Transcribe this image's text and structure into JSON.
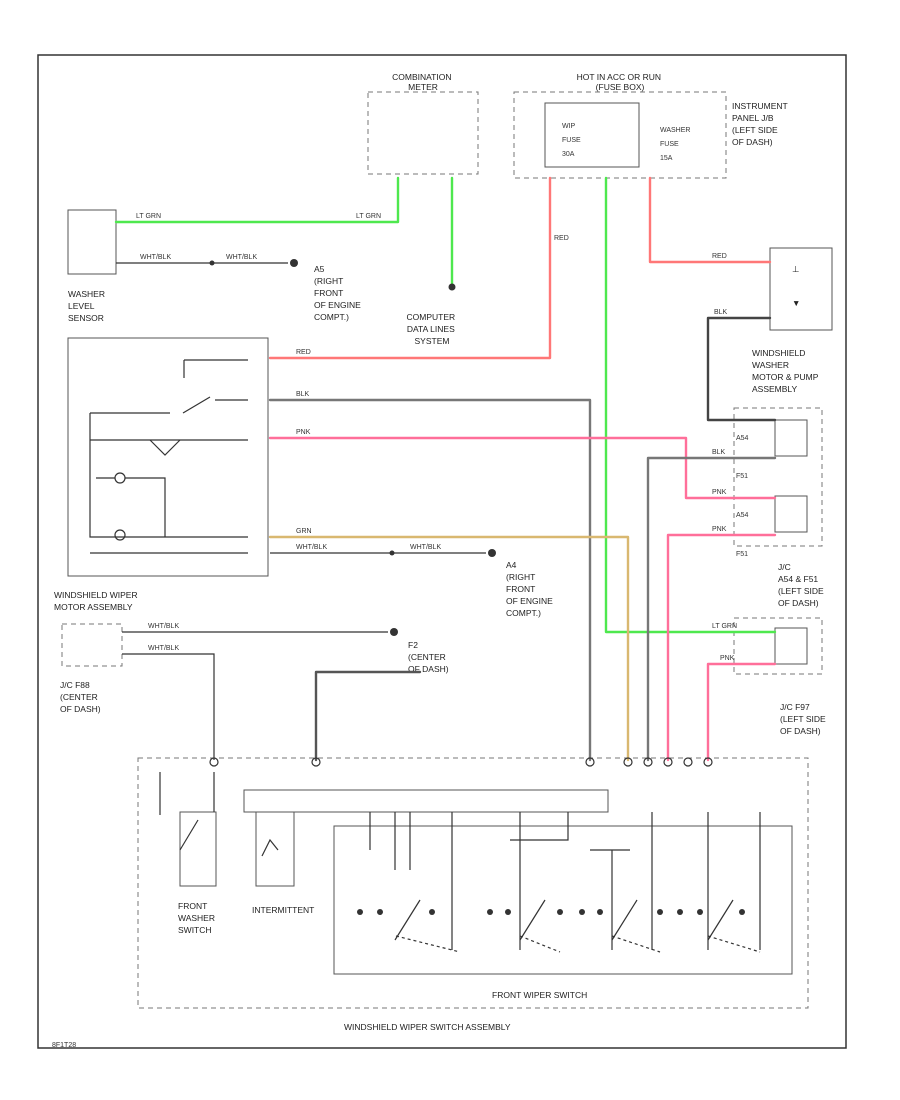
{
  "labels": {
    "combination_meter": [
      "COMBINATION",
      "METER"
    ],
    "relay": [
      "HOT IN ACC OR RUN",
      "(FUSE BOX)"
    ],
    "fuse_wip": [
      "WIP",
      "FUSE",
      "30A"
    ],
    "fuse_washer": [
      "WASHER",
      "FUSE",
      "15A"
    ],
    "instrument_panel_jb": [
      "INSTRUMENT",
      "PANEL J/B",
      "(LEFT SIDE",
      "OF DASH)"
    ],
    "washer_level_sensor": [
      "WASHER",
      "LEVEL",
      "SENSOR"
    ],
    "ground_a5": [
      "A5",
      "(RIGHT",
      "FRONT",
      "OF ENGINE",
      "COMPT.)"
    ],
    "computer_data_lines": [
      "COMPUTER",
      "DATA LINES",
      "SYSTEM"
    ],
    "washer_motor": [
      "WINDSHIELD",
      "WASHER",
      "MOTOR & PUMP",
      "ASSEMBLY"
    ],
    "wiper_motor": [
      "WINDSHIELD WIPER",
      "MOTOR ASSEMBLY"
    ],
    "ground_a4": [
      "A4",
      "(RIGHT",
      "FRONT",
      "OF ENGINE",
      "COMPT.)"
    ],
    "jc_a54": [
      "J/C",
      "A54 & F51",
      "(LEFT SIDE",
      "OF DASH)"
    ],
    "ground_f2": [
      "F2",
      "(CENTER",
      "OF DASH)"
    ],
    "jc_f88": [
      "J/C F88",
      "(CENTER",
      "OF DASH)"
    ],
    "jc_f97": [
      "J/C F97",
      "(LEFT SIDE",
      "OF DASH)"
    ],
    "front_washer_switch": [
      "FRONT",
      "WASHER",
      "SWITCH"
    ],
    "intermittent": [
      "INTERMITTENT"
    ],
    "front_wiper_switch": "FRONT WIPER SWITCH",
    "wiper_switch_assembly": "WINDSHIELD WIPER SWITCH ASSEMBLY",
    "footer_code": "8F1T28"
  },
  "wire_labels": {
    "lt_grn_1": "LT GRN",
    "lt_grn_2": "LT GRN",
    "wht_blk_1": "WHT/BLK",
    "wht_blk_2": "WHT/BLK",
    "red_1": "RED",
    "blk_1": "BLK",
    "pnk_1": "PNK",
    "grn_1": "GRN",
    "wht_blk_3": "WHT/BLK",
    "wht_blk_4": "WHT/BLK",
    "wht_blk_5": "WHT/BLK",
    "wht_blk_6": "WHT/BLK",
    "red_2": "RED",
    "red_3": "RED",
    "blk_2": "BLK",
    "blk_3": "BLK",
    "pnk_2": "PNK",
    "pnk_3": "PNK",
    "lt_grn_3": "LT GRN",
    "pnk_4": "PNK",
    "a54_1": "A54",
    "f51_1": "F51",
    "a54_2": "A54",
    "f51_2": "F51"
  },
  "colors": {
    "lt_grn": "#4ee84e",
    "red": "#ff7777",
    "pnk": "#ff6f9a",
    "grn": "#d9b870",
    "blk": "#555555",
    "wht_blk": "#444444"
  }
}
